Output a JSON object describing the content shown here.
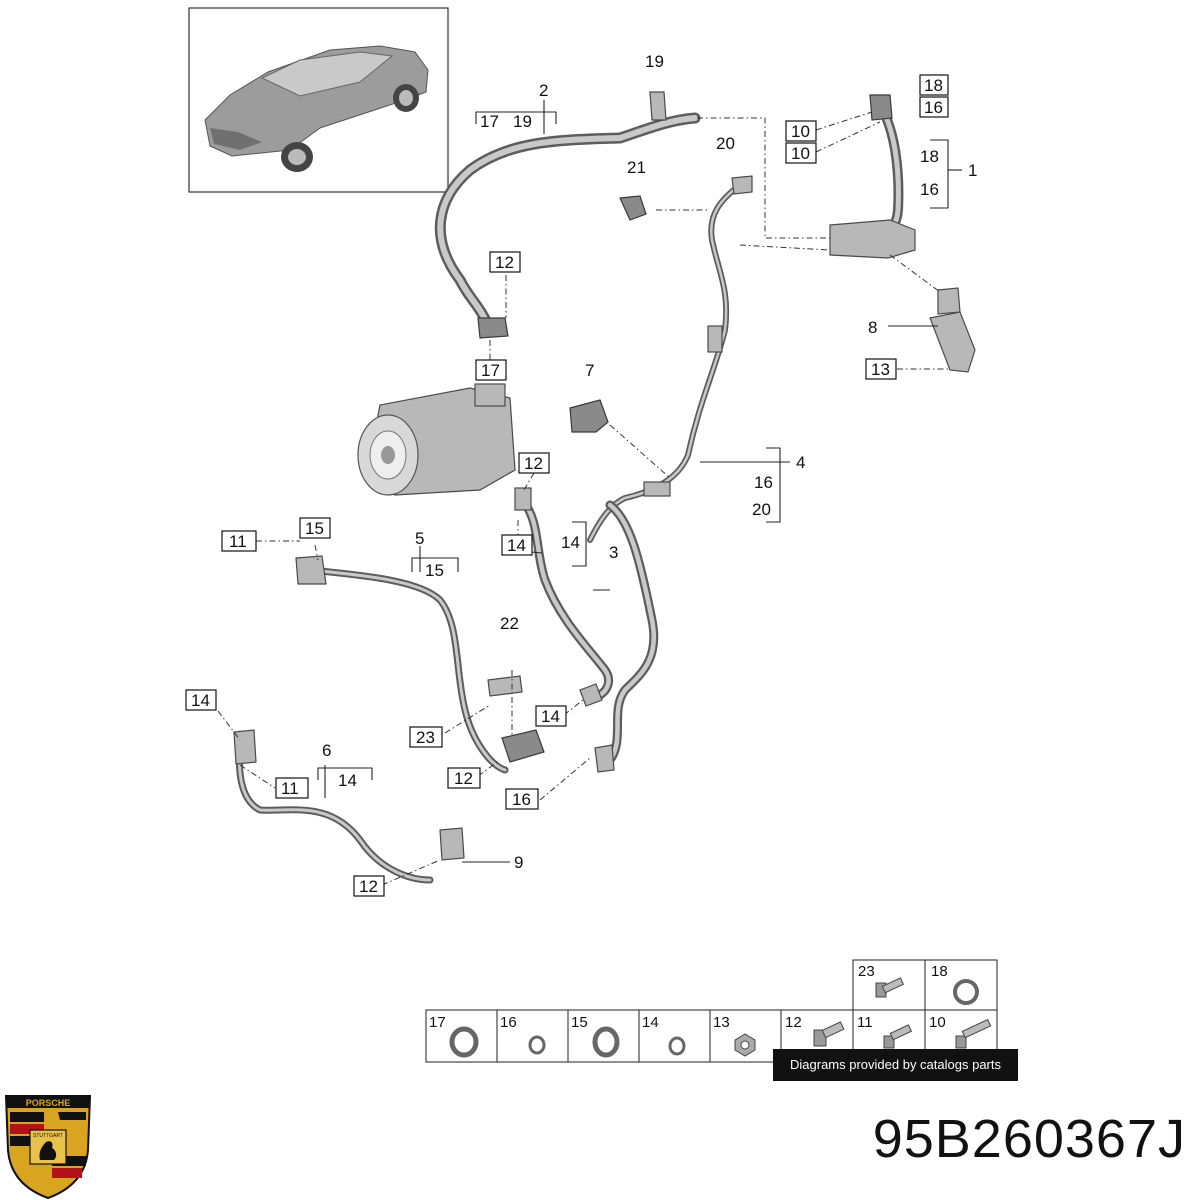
{
  "callouts": {
    "c1": "1",
    "c2": "2",
    "c3": "3",
    "c4": "4",
    "c5": "5",
    "c6": "6",
    "c7": "7",
    "c8": "8",
    "c9": "9",
    "c19": "19",
    "c20": "20",
    "c21": "21",
    "c22": "22"
  },
  "boxed": {
    "b18a": "18",
    "b16a": "16",
    "b10a": "10",
    "b10b": "10",
    "b12a": "12",
    "b17a": "17",
    "b12b": "12",
    "b13a": "13",
    "b11a": "11",
    "b15a": "15",
    "b14a": "14",
    "b14b": "14",
    "b23a": "23",
    "b12c": "12",
    "b16b": "16",
    "b12d": "12",
    "b11b": "11"
  },
  "groups": {
    "g2a": "17",
    "g2b": "19",
    "g1a": "18",
    "g1b": "16",
    "g4a": "16",
    "g4b": "20",
    "g3a": "14",
    "g5a": "15",
    "g6a": "14"
  },
  "legend": {
    "top": [
      {
        "num": "23",
        "kind": "bolt"
      },
      {
        "num": "18",
        "kind": "ring"
      }
    ],
    "bottom": [
      {
        "num": "17",
        "kind": "ring"
      },
      {
        "num": "16",
        "kind": "ring-small"
      },
      {
        "num": "15",
        "kind": "ring"
      },
      {
        "num": "14",
        "kind": "ring-small"
      },
      {
        "num": "13",
        "kind": "nut"
      },
      {
        "num": "12",
        "kind": "bolt"
      },
      {
        "num": "11",
        "kind": "bolt"
      },
      {
        "num": "10",
        "kind": "bolt"
      }
    ]
  },
  "credit_text": "Diagrams provided by catalogs parts",
  "part_number": "95B260367J",
  "crest": {
    "text_top": "PORSCHE",
    "text_mid": "STUTTGART",
    "colors": {
      "gold": "#d9a521",
      "red": "#b3121b",
      "black": "#111111"
    }
  }
}
